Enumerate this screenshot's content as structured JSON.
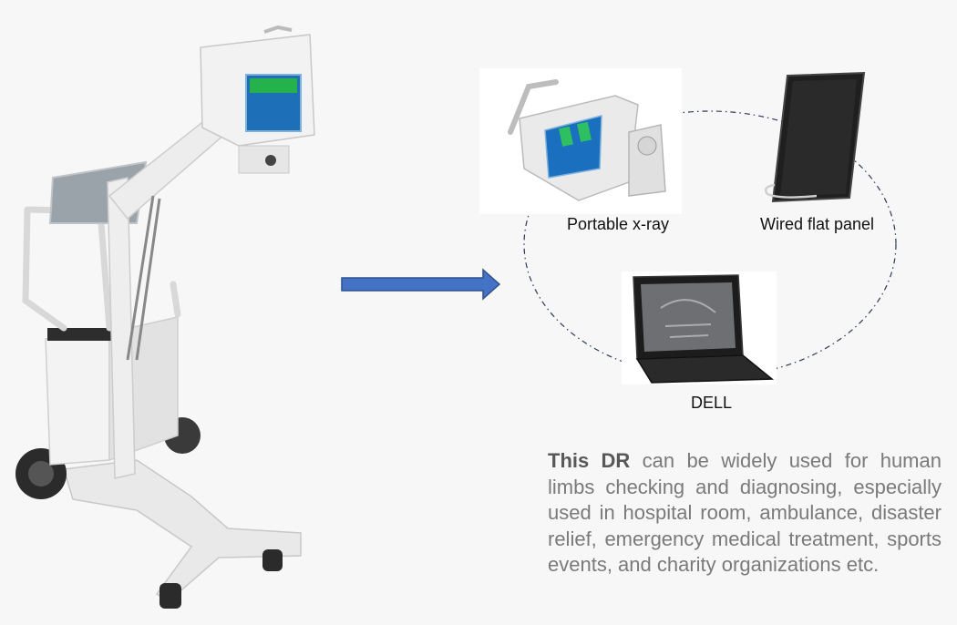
{
  "labels": {
    "portable": "Portable x-ray",
    "panel": "Wired flat panel",
    "laptop": "DELL"
  },
  "description": {
    "highlight": "This DR",
    "text": " can be widely used for human limbs checking and diagnosing, especially used in hospital room, ambulance, disaster relief, emergency medical treatment, sports events, and charity organizations etc."
  },
  "colors": {
    "background": "#f7f7f7",
    "arrow": "#4472c4",
    "arrow_edge": "#2f528f",
    "dashed_circle": "#2b3a55",
    "desc_text": "#7a7a7a",
    "desc_bold": "#585858"
  },
  "icons": [
    "mobile-xray-machine",
    "portable-xray-unit",
    "flat-panel-detector",
    "laptop"
  ]
}
